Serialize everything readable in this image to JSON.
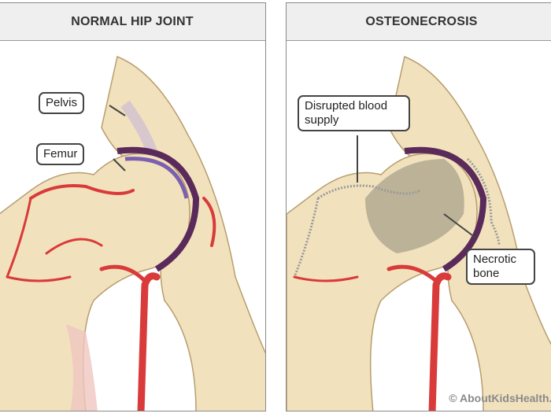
{
  "panels": [
    {
      "title": "NORMAL HIP JOINT",
      "labels": {
        "pelvis": "Pelvis",
        "femur": "Femur"
      }
    },
    {
      "title": "OSTEONECROSIS",
      "labels": {
        "disrupted": "Disrupted blood supply",
        "necrotic": "Necrotic bone"
      },
      "credit": "© AboutKidsHealth.ca"
    }
  ],
  "colors": {
    "bone": "#f1e2bd",
    "artery": "#d93a3a",
    "cartilage": "#6a4f9a",
    "necrosis": "#8f8a78"
  }
}
